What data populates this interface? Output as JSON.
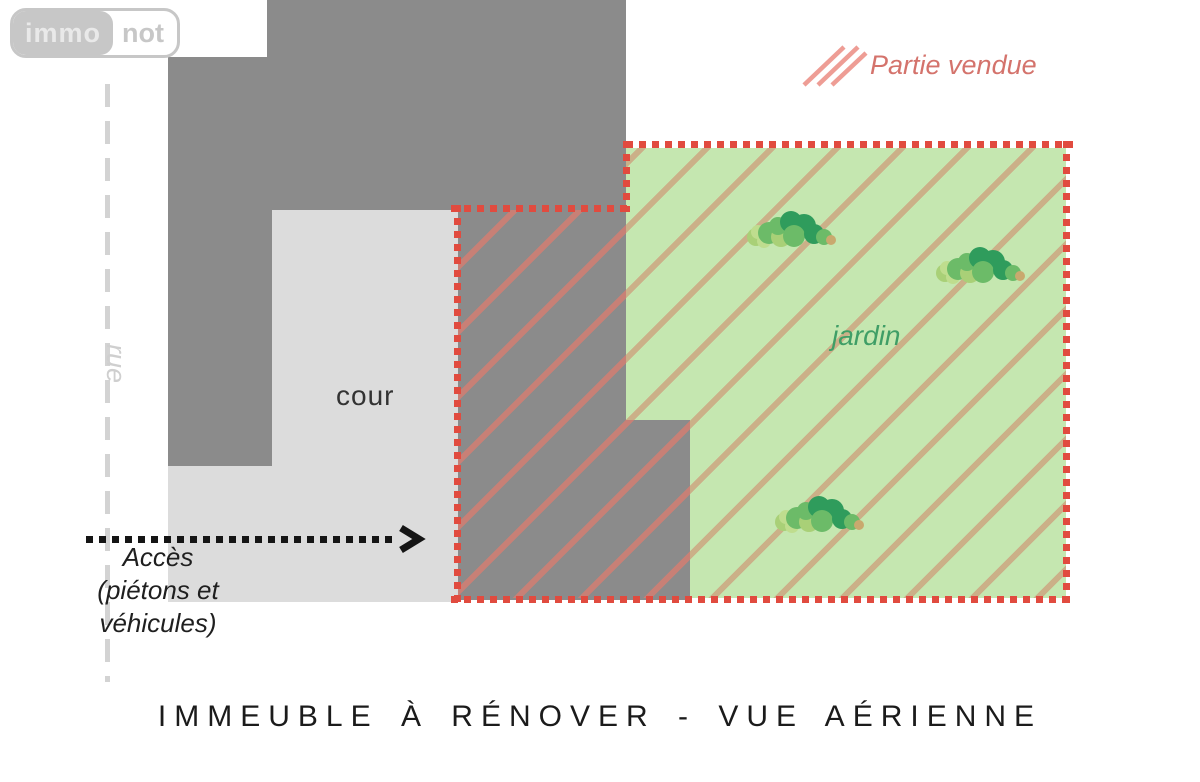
{
  "logo": {
    "part1": "immo",
    "part2": "not"
  },
  "legend": {
    "label": "Partie vendue"
  },
  "plan": {
    "street_label": "rue",
    "courtyard_label": "cour",
    "garden_label": "jardin",
    "access_label_lines": [
      "Accès",
      "(piétons et",
      "véhicules)"
    ]
  },
  "title": "IMMEUBLE À RÉNOVER - VUE AÉRIENNE",
  "colors": {
    "logo": "#c7c7c7",
    "street": "#d3d3d3",
    "street_text": "#cfcfcf",
    "building": "#8b8b8b",
    "courtyard": "#dcdcdc",
    "garden": "#c5e7b0",
    "garden_text": "#3f9e66",
    "hatch_tan": "#cbb088",
    "hatch_salmon": "#c88076",
    "dots": "#e14b3f",
    "legend_stroke": "#ee9d95",
    "legend_text": "#d4736c",
    "arrow": "#151515"
  }
}
